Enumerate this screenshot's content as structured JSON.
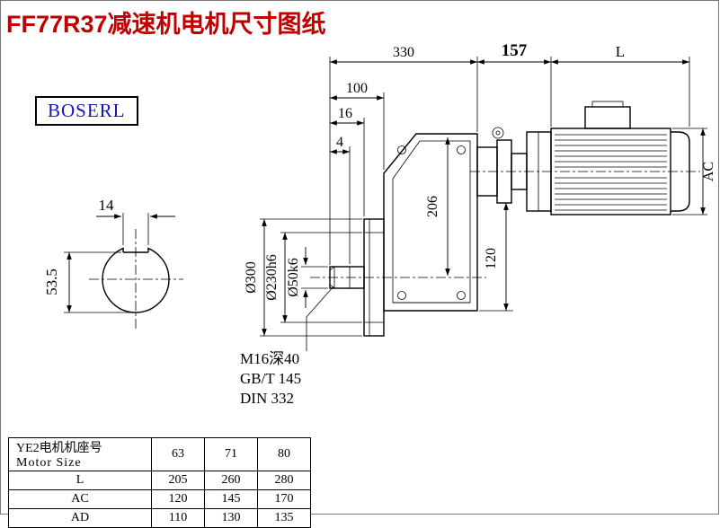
{
  "page": {
    "title": "FF77R37减速机电机尺寸图纸",
    "brand": "BOSERL"
  },
  "colors": {
    "title_red": "#c00000",
    "brand_blue": "#1414bb",
    "line_black": "#000000",
    "background": "#ffffff"
  },
  "drawing": {
    "dims": {
      "len_gearbox": "330",
      "len_adapter": "157",
      "len_motor": "L",
      "shaft_len": "100",
      "face_offset": "16",
      "step": "4",
      "motor_height": "AC",
      "center_height": "206",
      "bottom_height": "120",
      "flange_od": "Ø300",
      "pilot_dia": "Ø230h6",
      "shaft_dia": "Ø50k6",
      "key_width": "14",
      "key_height": "53.5"
    },
    "notes": {
      "tap": "M16深40",
      "std1": "GB/T 145",
      "std2": "DIN 332"
    }
  },
  "table": {
    "header": {
      "line1": "YE2电机机座号",
      "line2": "Motor Size"
    },
    "columns": [
      "63",
      "71",
      "80"
    ],
    "rows": [
      {
        "label": "L",
        "values": [
          "205",
          "260",
          "280"
        ]
      },
      {
        "label": "AC",
        "values": [
          "120",
          "145",
          "170"
        ]
      },
      {
        "label": "AD",
        "values": [
          "110",
          "130",
          "135"
        ]
      }
    ]
  }
}
